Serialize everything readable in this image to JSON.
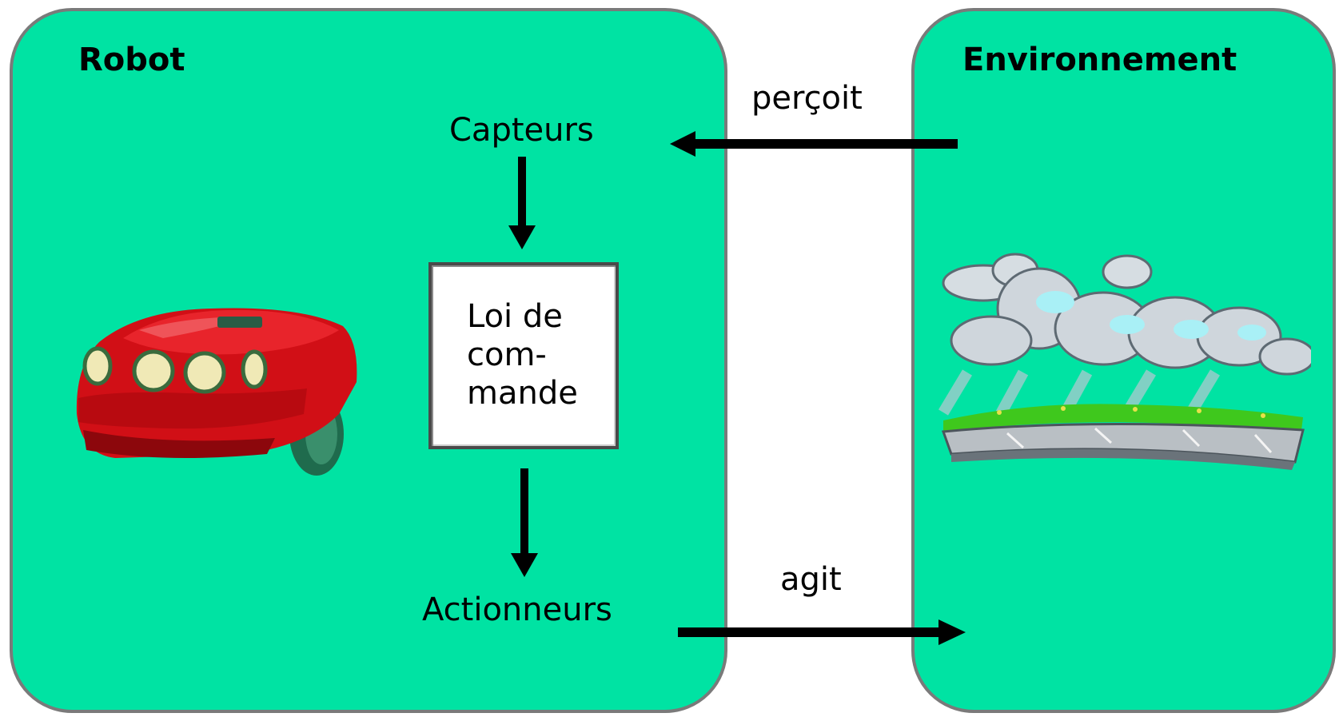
{
  "colors": {
    "panel_fill": "#00e3a3",
    "panel_border": "#7a7a7a",
    "arrow": "#000000",
    "robot_body": "#d10f16",
    "cloud": "#cfd6dc",
    "grass": "#3fc81d"
  },
  "robot_panel": {
    "title": "Robot",
    "sensors_label": "Capteurs",
    "actuators_label": "Actionneurs",
    "control_law": {
      "line1": "Loi de",
      "line2": "com-",
      "line3": "mande"
    },
    "image_icon": "red-robot-icon"
  },
  "environment_panel": {
    "title": "Environnement",
    "image_icon": "landscape-clouds-icon"
  },
  "links": {
    "perceives_label": "perçoit",
    "acts_label": "agit"
  }
}
